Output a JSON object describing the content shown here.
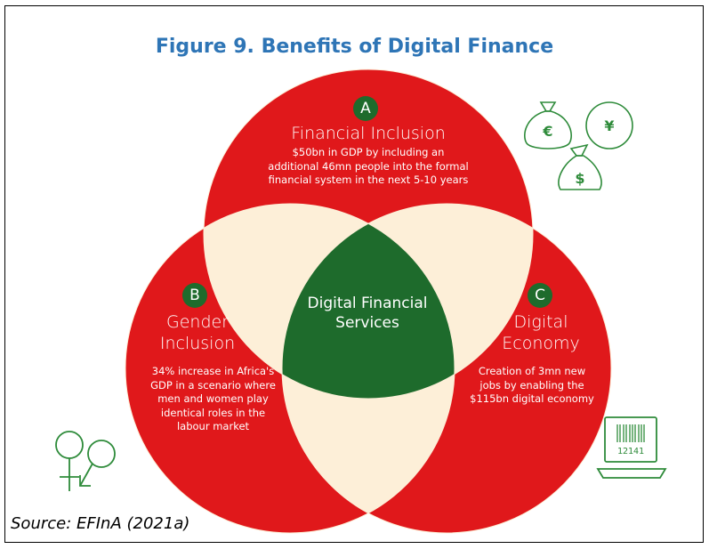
{
  "title": "Figure 9. Benefits of Digital Finance",
  "source": "Source: EFInA (2021a)",
  "center_label": "Digital Financial Services",
  "circles": [
    {
      "letter": "A",
      "heading": "Financial Inclusion",
      "description": "$50bn in GDP by including an additional 46mn people into the formal financial system in the next 5-10 years"
    },
    {
      "letter": "B",
      "heading": "Gender Inclusion",
      "description": "34% increase in Africa's GDP in a scenario where men and women play identical roles in the labour market"
    },
    {
      "letter": "C",
      "heading": "Digital Economy",
      "description": "Creation of 3mn new jobs by enabling the $115bn digital economy"
    }
  ],
  "icons": {
    "euro_bag": "€",
    "yen_coin": "¥",
    "dollar_bag": "$",
    "barcode_number": "12141"
  },
  "colors": {
    "circle_red": "#e0181b",
    "overlap_cream": "#fdefd8",
    "center_green": "#1e6b2c",
    "title_blue": "#2e75b6",
    "icon_green": "#2e8b3a"
  }
}
